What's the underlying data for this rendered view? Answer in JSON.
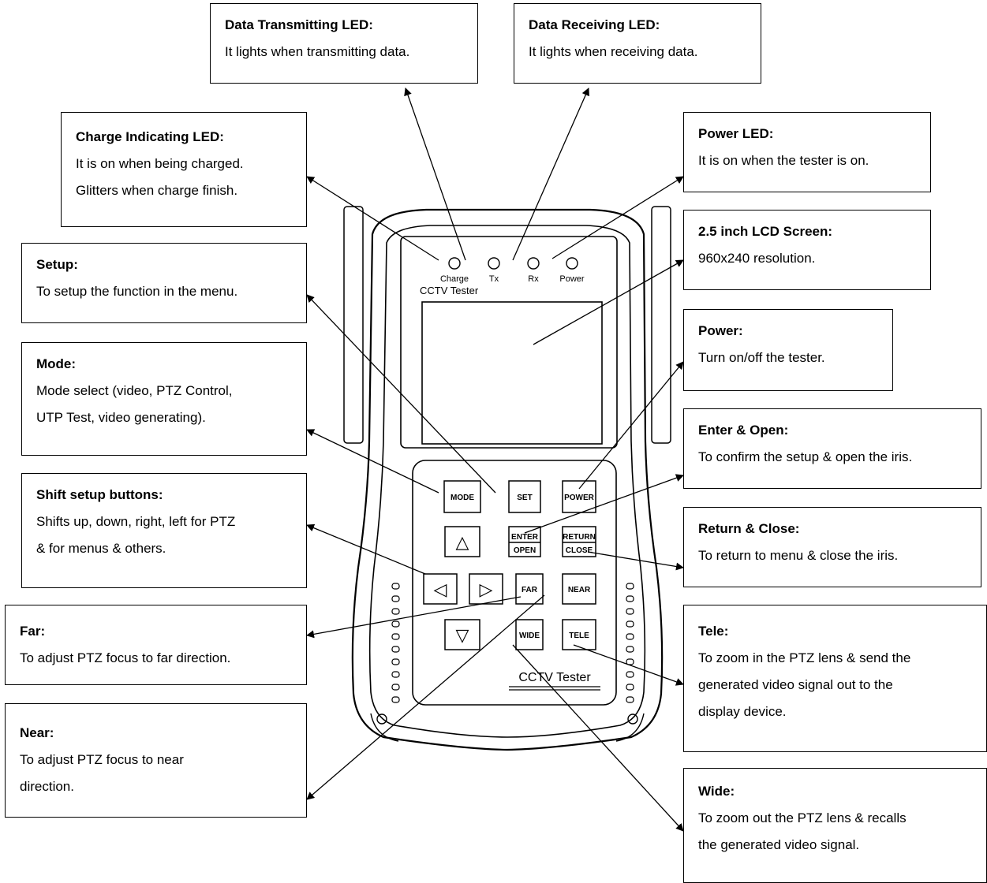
{
  "device": {
    "leds": {
      "charge": "Charge",
      "tx": "Tx",
      "rx": "Rx",
      "power": "Power"
    },
    "screen_title": "CCTV Tester",
    "keypad_brand": "CCTV Tester",
    "buttons": {
      "mode": "MODE",
      "set": "SET",
      "power": "POWER",
      "up": "△",
      "enter_top": "ENTER",
      "enter_bottom": "OPEN",
      "return_top": "RETURN",
      "return_bottom": "CLOSE",
      "left": "◁",
      "right": "▷",
      "far": "FAR",
      "near": "NEAR",
      "down": "▽",
      "wide": "WIDE",
      "tele": "TELE"
    }
  },
  "callouts": {
    "data_tx": {
      "title": "Data Transmitting LED:",
      "lines": [
        "It lights when transmitting data."
      ]
    },
    "data_rx": {
      "title": "Data Receiving LED:",
      "lines": [
        "It lights when receiving data."
      ]
    },
    "charge": {
      "title": "Charge Indicating LED:",
      "lines": [
        "It is on when being charged.",
        "Glitters when charge finish."
      ]
    },
    "power_led": {
      "title": "Power LED:",
      "lines": [
        "It is on when the tester is on."
      ]
    },
    "lcd": {
      "title": "2.5 inch LCD Screen:",
      "lines": [
        "960x240 resolution."
      ]
    },
    "setup": {
      "title": "Setup:",
      "lines": [
        "To setup the function in the menu."
      ]
    },
    "power": {
      "title": "Power:",
      "lines": [
        "Turn on/off the tester."
      ]
    },
    "mode": {
      "title": "Mode:",
      "lines": [
        "Mode select (video, PTZ Control,",
        "UTP Test, video generating)."
      ]
    },
    "enter_open": {
      "title": "Enter & Open:",
      "lines": [
        "To confirm the setup & open the iris."
      ]
    },
    "shift": {
      "title": "Shift setup buttons:",
      "lines": [
        "Shifts up, down, right, left for PTZ",
        "& for menus & others."
      ]
    },
    "return_close": {
      "title": "Return & Close:",
      "lines": [
        "To return to menu & close the iris."
      ]
    },
    "far": {
      "title": "Far:",
      "lines": [
        "To adjust PTZ focus to far direction."
      ]
    },
    "tele": {
      "title": "Tele:",
      "lines": [
        "To zoom in the PTZ lens & send the",
        "generated video signal out to the",
        "display device."
      ]
    },
    "near": {
      "title": "Near:",
      "lines": [
        "To adjust PTZ focus to near",
        "direction."
      ]
    },
    "wide": {
      "title": "Wide:",
      "lines": [
        "To zoom out the PTZ lens & recalls",
        "the generated video signal."
      ]
    }
  }
}
